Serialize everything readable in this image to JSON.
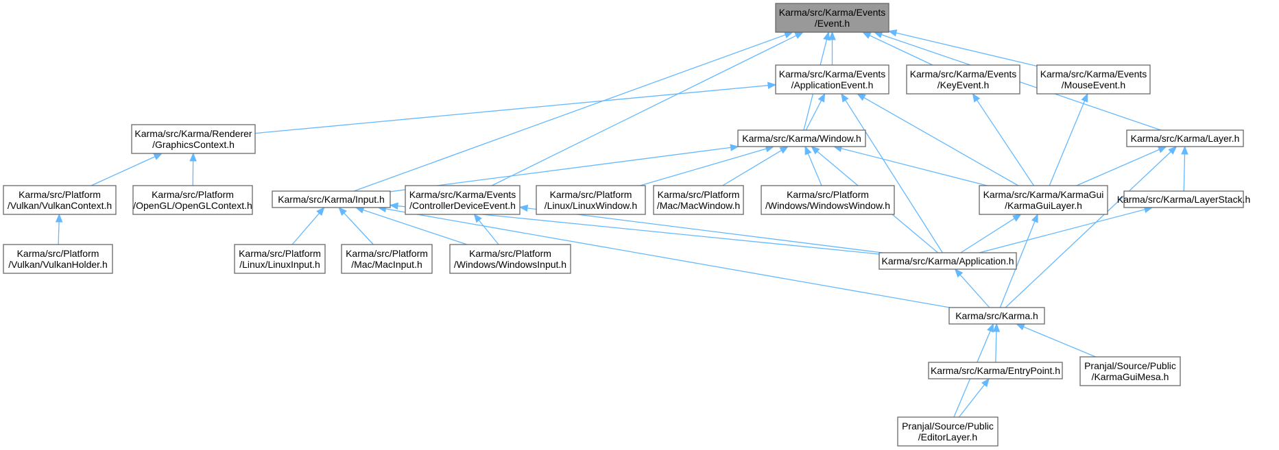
{
  "colors": {
    "edge": "#63b8ff",
    "node_border": "#666666",
    "root_fill": "#999999",
    "node_fill": "#ffffff"
  },
  "nodes": [
    {
      "id": "event",
      "lines": [
        "Karma/src/Karma/Events",
        "/Event.h"
      ]
    },
    {
      "id": "appevent",
      "lines": [
        "Karma/src/Karma/Events",
        "/ApplicationEvent.h"
      ]
    },
    {
      "id": "keyevent",
      "lines": [
        "Karma/src/Karma/Events",
        "/KeyEvent.h"
      ]
    },
    {
      "id": "mouseevent",
      "lines": [
        "Karma/src/Karma/Events",
        "/MouseEvent.h"
      ]
    },
    {
      "id": "graphicsctx",
      "lines": [
        "Karma/src/Karma/Renderer",
        "/GraphicsContext.h"
      ]
    },
    {
      "id": "window",
      "lines": [
        "Karma/src/Karma/Window.h"
      ]
    },
    {
      "id": "layer",
      "lines": [
        "Karma/src/Karma/Layer.h"
      ]
    },
    {
      "id": "vulkanctx",
      "lines": [
        "Karma/src/Platform",
        "/Vulkan/VulkanContext.h"
      ]
    },
    {
      "id": "openglctx",
      "lines": [
        "Karma/src/Platform",
        "/OpenGL/OpenGLContext.h"
      ]
    },
    {
      "id": "input",
      "lines": [
        "Karma/src/Karma/Input.h"
      ]
    },
    {
      "id": "controller",
      "lines": [
        "Karma/src/Karma/Events",
        "/ControllerDeviceEvent.h"
      ]
    },
    {
      "id": "linuxwindow",
      "lines": [
        "Karma/src/Platform",
        "/Linux/LinuxWindow.h"
      ]
    },
    {
      "id": "macwindow",
      "lines": [
        "Karma/src/Platform",
        "/Mac/MacWindow.h"
      ]
    },
    {
      "id": "winwindow",
      "lines": [
        "Karma/src/Platform",
        "/Windows/WindowsWindow.h"
      ]
    },
    {
      "id": "guilayer",
      "lines": [
        "Karma/src/Karma/KarmaGui",
        "/KarmaGuiLayer.h"
      ]
    },
    {
      "id": "layerstack",
      "lines": [
        "Karma/src/Karma/LayerStack.h"
      ]
    },
    {
      "id": "vulkanholder",
      "lines": [
        "Karma/src/Platform",
        "/Vulkan/VulkanHolder.h"
      ]
    },
    {
      "id": "linuxinput",
      "lines": [
        "Karma/src/Platform",
        "/Linux/LinuxInput.h"
      ]
    },
    {
      "id": "macinput",
      "lines": [
        "Karma/src/Platform",
        "/Mac/MacInput.h"
      ]
    },
    {
      "id": "wininput",
      "lines": [
        "Karma/src/Platform",
        "/Windows/WindowsInput.h"
      ]
    },
    {
      "id": "application",
      "lines": [
        "Karma/src/Karma/Application.h"
      ]
    },
    {
      "id": "karma",
      "lines": [
        "Karma/src/Karma.h"
      ]
    },
    {
      "id": "entrypoint",
      "lines": [
        "Karma/src/Karma/EntryPoint.h"
      ]
    },
    {
      "id": "guimesa",
      "lines": [
        "Pranjal/Source/Public",
        "/KarmaGuiMesa.h"
      ]
    },
    {
      "id": "editorlayer",
      "lines": [
        "Pranjal/Source/Public",
        "/EditorLayer.h"
      ]
    }
  ],
  "edges": [
    {
      "from": "appevent",
      "to": "event"
    },
    {
      "from": "keyevent",
      "to": "event"
    },
    {
      "from": "mouseevent",
      "to": "event"
    },
    {
      "from": "window",
      "to": "event"
    },
    {
      "from": "layer",
      "to": "event"
    },
    {
      "from": "input",
      "to": "event"
    },
    {
      "from": "controller",
      "to": "event"
    },
    {
      "from": "graphicsctx",
      "to": "appevent"
    },
    {
      "from": "window",
      "to": "appevent"
    },
    {
      "from": "guilayer",
      "to": "appevent"
    },
    {
      "from": "application",
      "to": "appevent"
    },
    {
      "from": "guilayer",
      "to": "keyevent"
    },
    {
      "from": "guilayer",
      "to": "mouseevent"
    },
    {
      "from": "vulkanctx",
      "to": "graphicsctx"
    },
    {
      "from": "openglctx",
      "to": "graphicsctx"
    },
    {
      "from": "input",
      "to": "window"
    },
    {
      "from": "linuxwindow",
      "to": "window"
    },
    {
      "from": "macwindow",
      "to": "window"
    },
    {
      "from": "winwindow",
      "to": "window"
    },
    {
      "from": "guilayer",
      "to": "window"
    },
    {
      "from": "application",
      "to": "window"
    },
    {
      "from": "guilayer",
      "to": "layer"
    },
    {
      "from": "layerstack",
      "to": "layer"
    },
    {
      "from": "karma",
      "to": "layer"
    },
    {
      "from": "vulkanholder",
      "to": "vulkanctx"
    },
    {
      "from": "linuxinput",
      "to": "input"
    },
    {
      "from": "macinput",
      "to": "input"
    },
    {
      "from": "wininput",
      "to": "input"
    },
    {
      "from": "application",
      "to": "input"
    },
    {
      "from": "karma",
      "to": "input"
    },
    {
      "from": "wininput",
      "to": "controller"
    },
    {
      "from": "application",
      "to": "controller"
    },
    {
      "from": "application",
      "to": "guilayer"
    },
    {
      "from": "karma",
      "to": "guilayer"
    },
    {
      "from": "application",
      "to": "layerstack"
    },
    {
      "from": "karma",
      "to": "application"
    },
    {
      "from": "entrypoint",
      "to": "karma"
    },
    {
      "from": "guimesa",
      "to": "karma"
    },
    {
      "from": "editorlayer",
      "to": "karma"
    },
    {
      "from": "editorlayer",
      "to": "entrypoint"
    }
  ]
}
